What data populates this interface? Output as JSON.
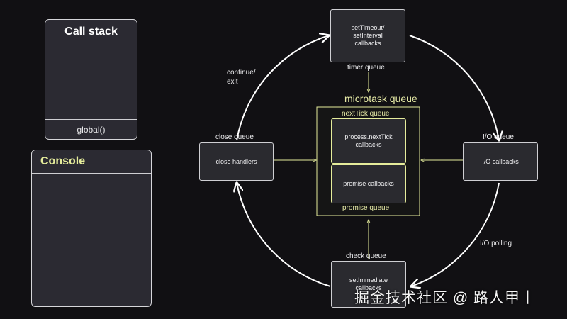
{
  "call_stack": {
    "title": "Call stack",
    "frame": "global()"
  },
  "console": {
    "title": "Console",
    "accent": "#e5ec9b"
  },
  "loop": {
    "timer": {
      "box": "setTimeout/\nsetInterval\ncallbacks",
      "label": "timer queue"
    },
    "io": {
      "box": "I/O callbacks",
      "label": "I/O queue"
    },
    "check": {
      "box": "setImmediate\ncallbacks",
      "label": "check queue"
    },
    "close": {
      "box": "close handlers",
      "label": "close queue"
    },
    "continue_label": "continue/\nexit",
    "polling_label": "I/O polling"
  },
  "microtask": {
    "title": "microtask queue",
    "next_tick_label": "nextTick queue",
    "next_tick_box": "process.nextTick\ncallbacks",
    "promise_box": "promise callbacks",
    "promise_label": "promise queue",
    "accent": "#e5ec9b"
  },
  "watermark": "掘金技术社区 @ 路人甲丨"
}
